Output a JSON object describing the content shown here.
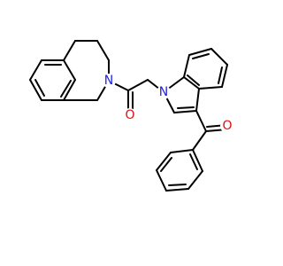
{
  "molecule": {
    "atoms": {
      "n1": "N",
      "n2": "N",
      "o1": "O",
      "o2": "O"
    },
    "colors": {
      "bond": "#000000",
      "nitrogen": "#1f1fe6",
      "oxygen": "#e01010",
      "background": "#ffffff"
    }
  }
}
